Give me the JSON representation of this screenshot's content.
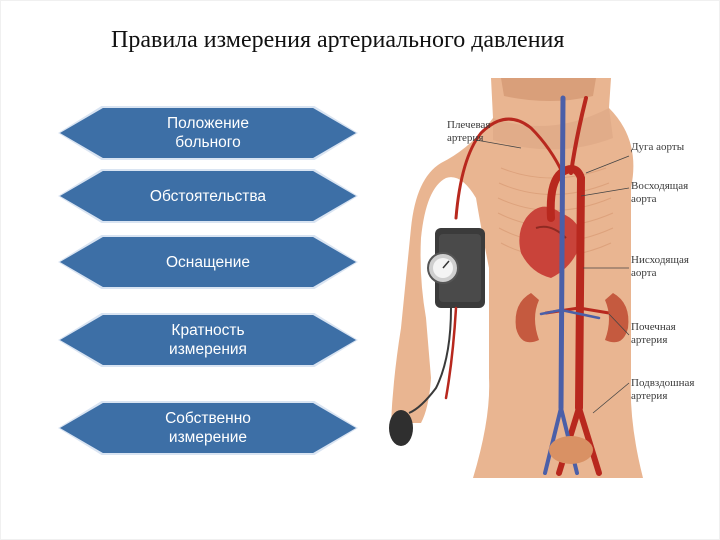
{
  "title": "Правила измерения артериального давления",
  "steps": [
    {
      "label": "Положение\nбольного"
    },
    {
      "label": "Обстоятельства"
    },
    {
      "label": "Оснащение"
    },
    {
      "label": "Кратность\nизмерения"
    },
    {
      "label": "Собственно\nизмерение"
    }
  ],
  "anatomy_labels": {
    "brachial": [
      "Плечевая",
      "артерия"
    ],
    "arch": [
      "Дуга аорты"
    ],
    "ascending": [
      "Восходящая",
      "аорта"
    ],
    "descending": [
      "Нисходящая",
      "аорта"
    ],
    "renal": [
      "Почечная",
      "артерия"
    ],
    "iliac": [
      "Подвздошная",
      "артерия"
    ]
  },
  "colors": {
    "hex_fill": "#3d6fa6",
    "hex_border": "#d9e4f2",
    "skin": "#e9b591",
    "artery": "#b8281e",
    "vein": "#4b5fa8"
  }
}
